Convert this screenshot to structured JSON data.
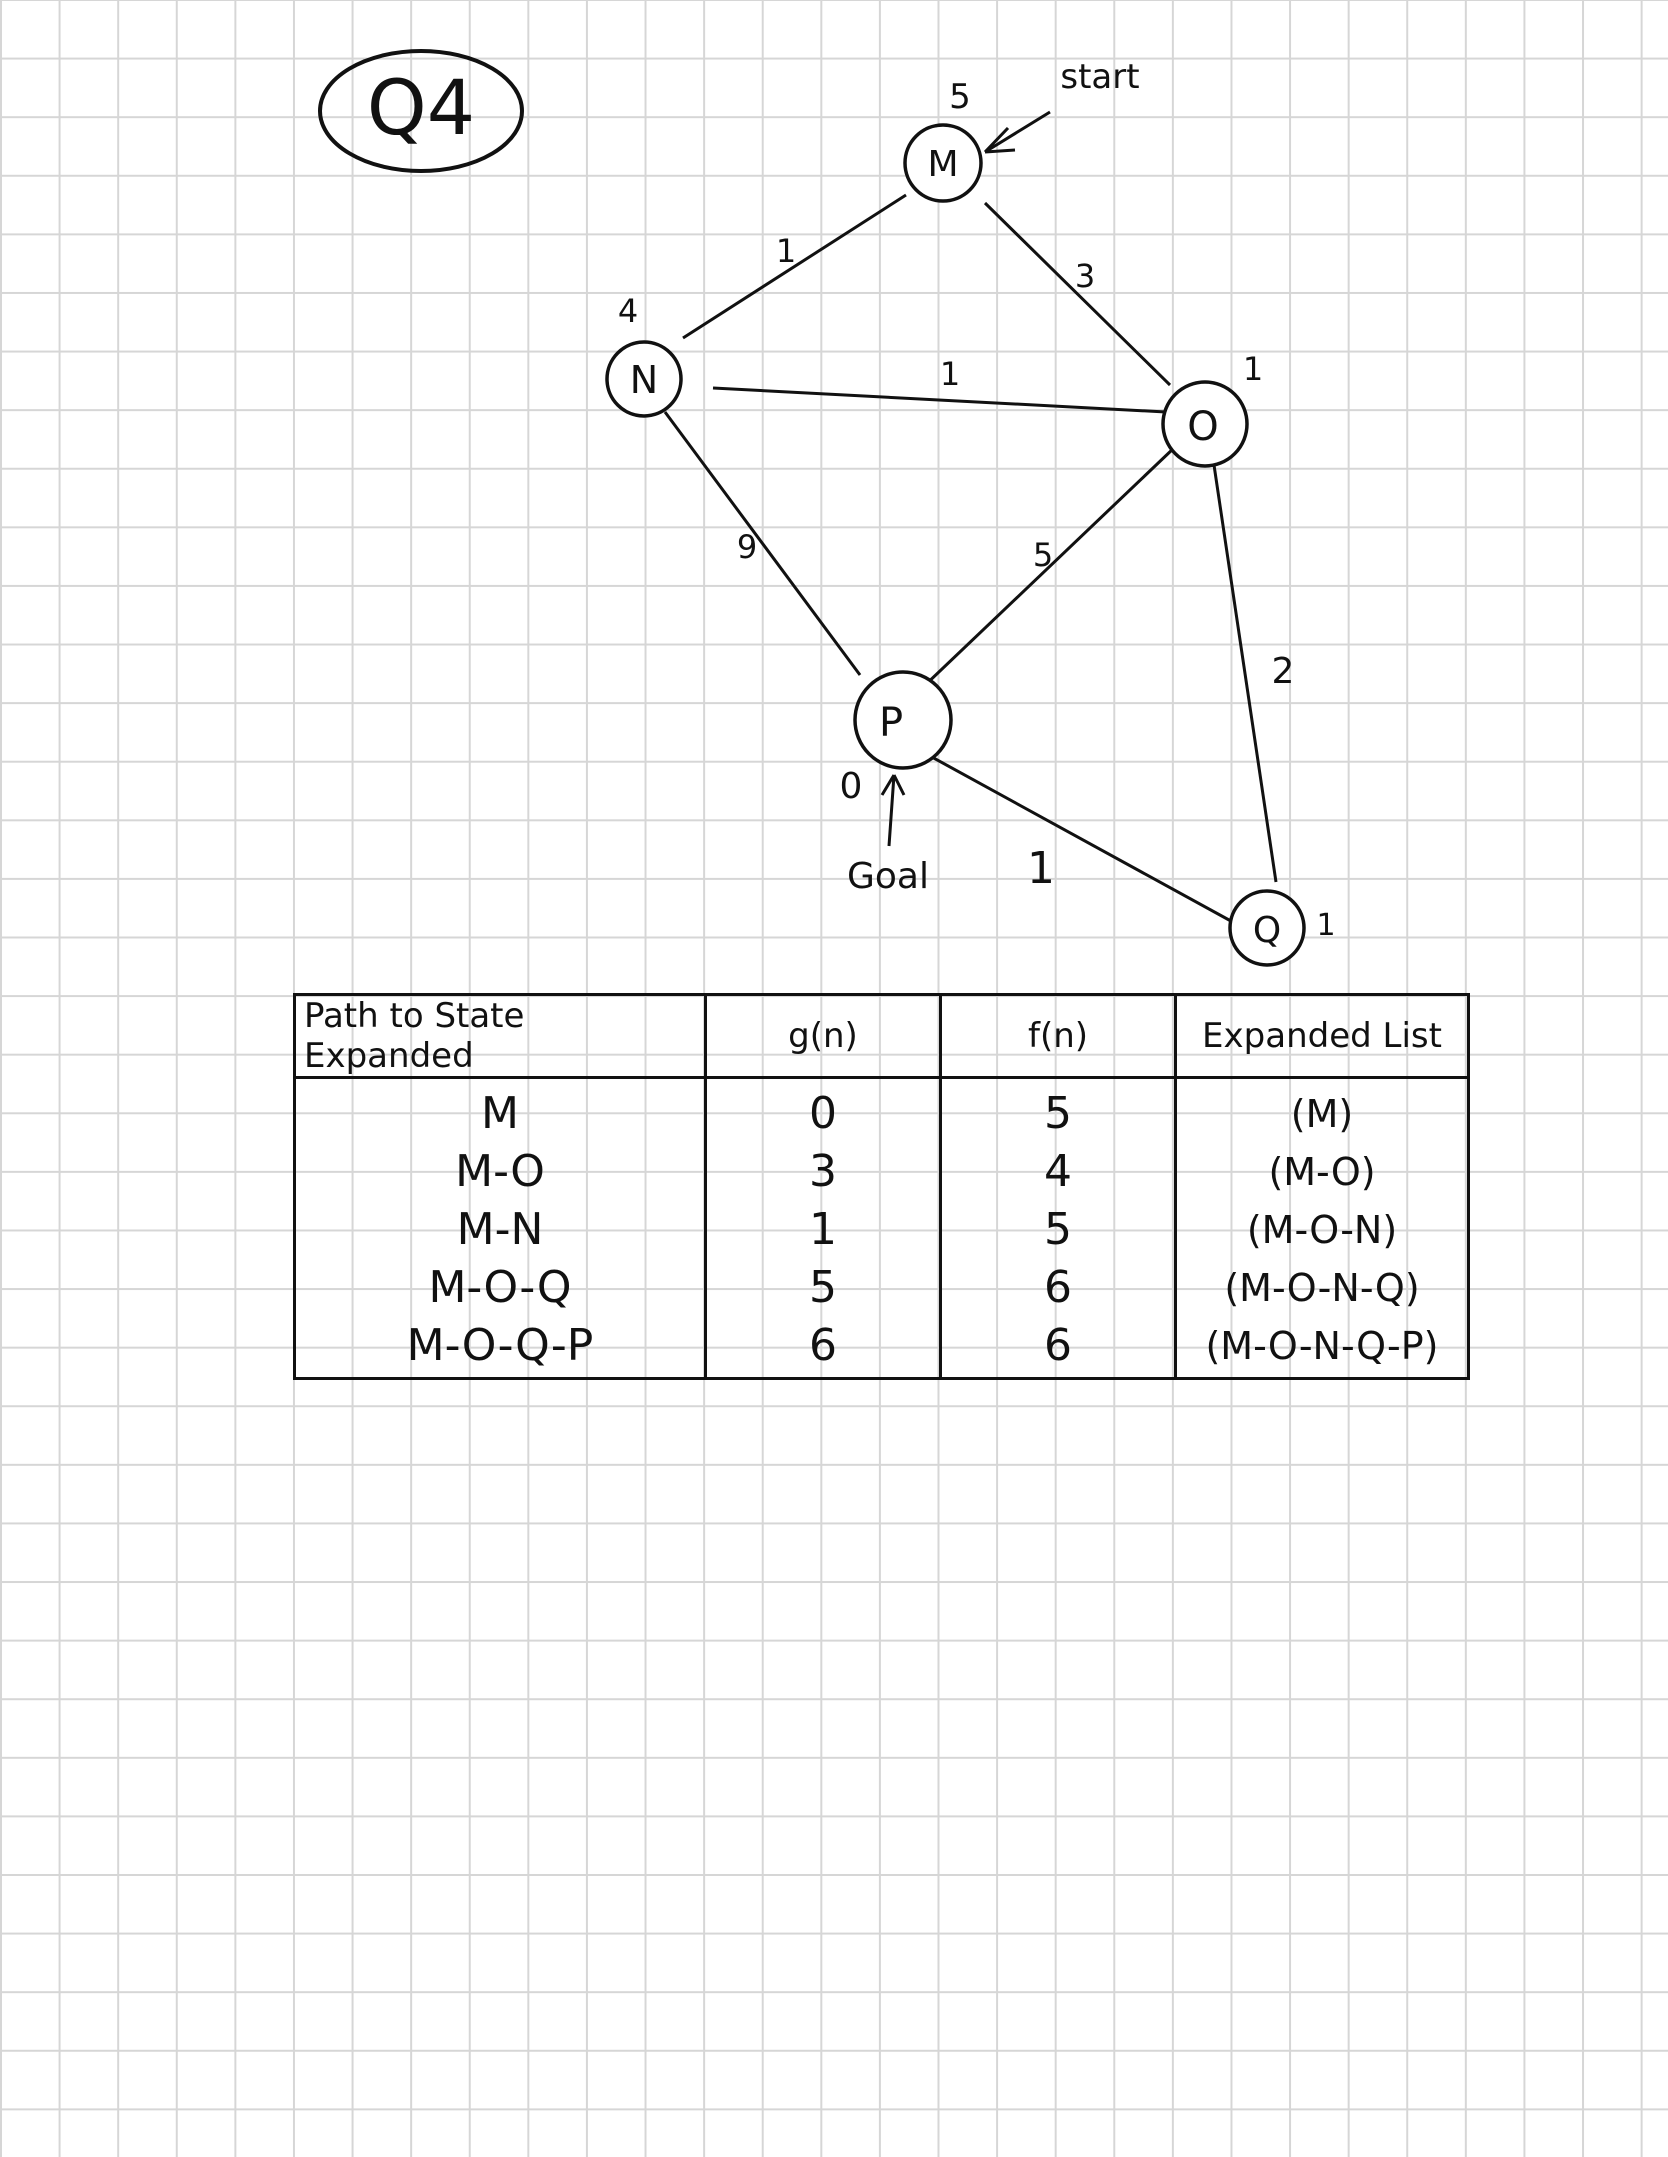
{
  "question_label": "Q4",
  "graph": {
    "nodes": [
      {
        "id": "M",
        "heuristic": "5"
      },
      {
        "id": "N",
        "heuristic": "4"
      },
      {
        "id": "O",
        "heuristic": "1"
      },
      {
        "id": "P",
        "heuristic": "0"
      },
      {
        "id": "Q",
        "heuristic": "1"
      }
    ],
    "edges": [
      {
        "from": "M",
        "to": "N",
        "cost": "1"
      },
      {
        "from": "M",
        "to": "O",
        "cost": "3"
      },
      {
        "from": "N",
        "to": "O",
        "cost": "1"
      },
      {
        "from": "N",
        "to": "P",
        "cost": "9"
      },
      {
        "from": "O",
        "to": "P",
        "cost": "5"
      },
      {
        "from": "O",
        "to": "Q",
        "cost": "2"
      },
      {
        "from": "P",
        "to": "Q",
        "cost": "1"
      }
    ],
    "start_label": "start",
    "goal_label": "Goal"
  },
  "table": {
    "headers": [
      "Path to State Expanded",
      "g(n)",
      "f(n)",
      "Expanded List"
    ],
    "rows": [
      [
        "M",
        "0",
        "5",
        "(M)"
      ],
      [
        "M-O",
        "3",
        "4",
        "(M-O)"
      ],
      [
        "M-N",
        "1",
        "5",
        "(M-O-N)"
      ],
      [
        "M-O-Q",
        "5",
        "6",
        "(M-O-N-Q)"
      ],
      [
        "M-O-Q-P",
        "6",
        "6",
        "(M-O-N-Q-P)"
      ]
    ]
  },
  "colors": {
    "ink": "#111111",
    "grid": "#d6d6d6",
    "paper": "#ffffff"
  }
}
